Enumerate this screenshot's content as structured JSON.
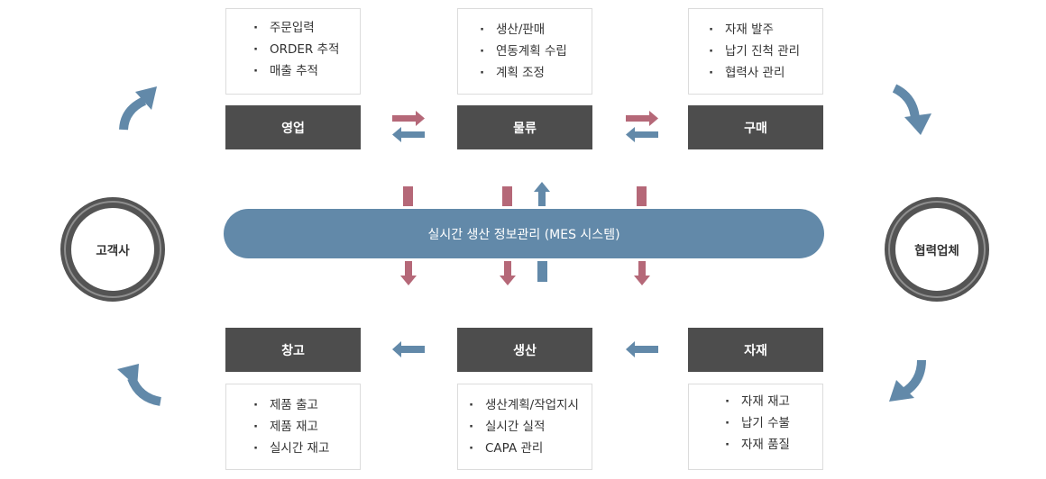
{
  "colors": {
    "pink": "#b56878",
    "blue": "#6289a9",
    "dark": "#4d4d4d",
    "ring": "#545454"
  },
  "circles": {
    "left": "고객사",
    "right": "협력업체"
  },
  "mes": {
    "label": "실시간 생산 정보관리 (MES 시스템)"
  },
  "boxes": {
    "sales": "영업",
    "logistics": "물류",
    "purchase": "구매",
    "warehouse": "창고",
    "production": "생산",
    "material": "자재"
  },
  "info": {
    "sales": [
      "주문입력",
      "ORDER 추적",
      "매출 추적"
    ],
    "logistics": [
      "생산/판매",
      "연동계획 수립",
      "계획 조정"
    ],
    "purchase": [
      "자재 발주",
      "납기 진척 관리",
      "협력사 관리"
    ],
    "warehouse": [
      "제품 출고",
      "제품 재고",
      "실시간 재고"
    ],
    "production": [
      "생산계획/작업지시",
      "실시간 실적",
      "CAPA 관리"
    ],
    "material": [
      "자재 재고",
      "납기 수불",
      "자재 품질"
    ]
  }
}
